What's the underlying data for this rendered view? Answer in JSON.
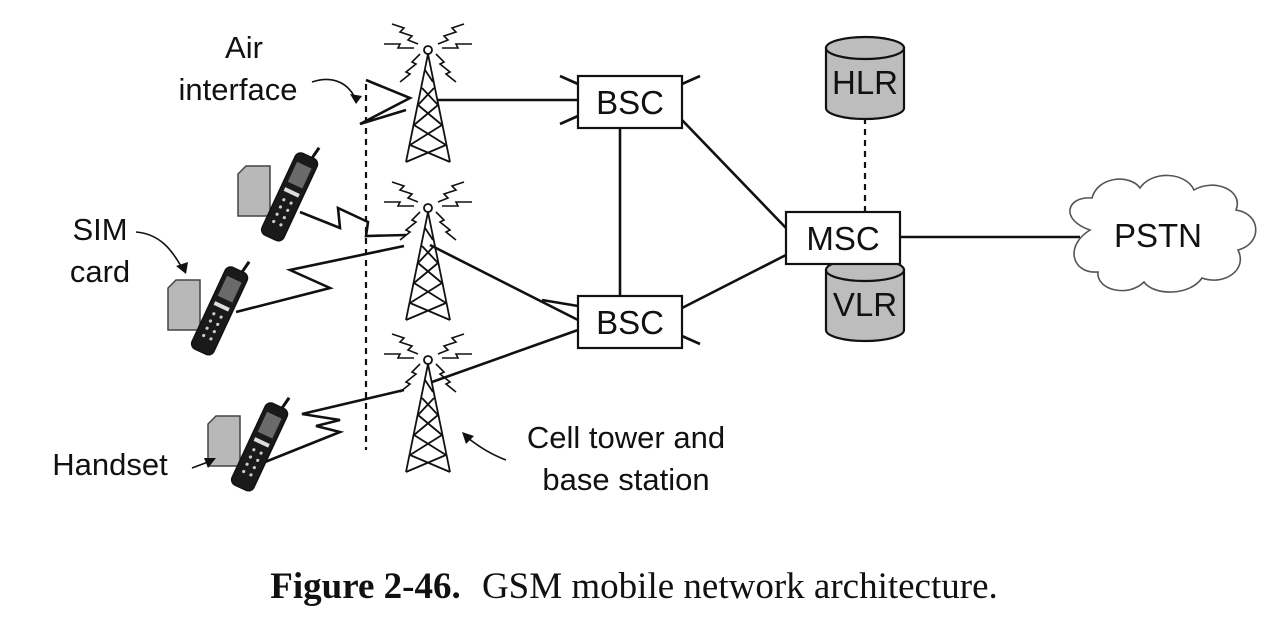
{
  "labels": {
    "air_interface_line1": "Air",
    "air_interface_line2": "interface",
    "sim_line1": "SIM",
    "sim_line2": "card",
    "handset": "Handset",
    "cell_tower_line1": "Cell tower and",
    "cell_tower_line2": "base station"
  },
  "nodes": {
    "bsc_top": "BSC",
    "bsc_bottom": "BSC",
    "msc": "MSC",
    "hlr": "HLR",
    "vlr": "VLR",
    "pstn": "PSTN"
  },
  "caption": {
    "number": "Figure 2-46.",
    "text": "GSM mobile network architecture."
  },
  "colors": {
    "database_fill": "#bdbdbd",
    "line": "#111111"
  },
  "icons": [
    "cell-tower-icon",
    "mobile-handset-icon",
    "sim-card-icon",
    "cloud-icon",
    "database-cylinder-icon"
  ]
}
